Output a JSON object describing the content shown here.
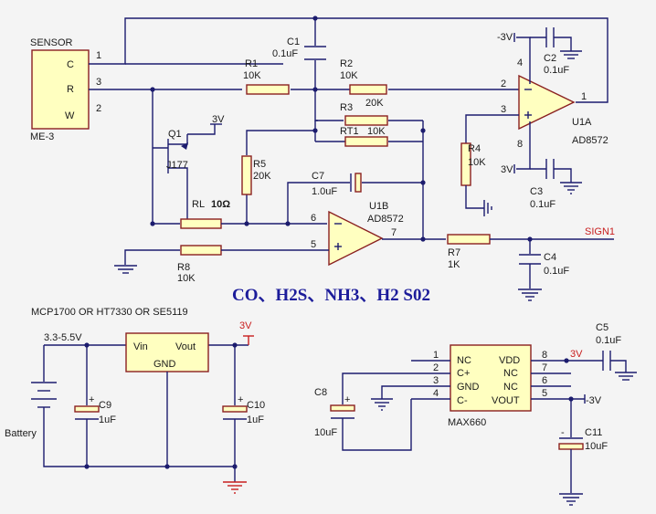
{
  "labels": {
    "sensor_title": "SENSOR",
    "sensor_pin_c": "C",
    "sensor_pin_r": "R",
    "sensor_pin_w": "W",
    "sensor_model": "ME-3",
    "pin_1": "1",
    "pin_2": "2",
    "pin_3": "3",
    "pin_4": "4",
    "pin_5": "5",
    "pin_6": "6",
    "pin_7": "7",
    "pin_8": "8",
    "c1_name": "C1",
    "c1_value": "0.1uF",
    "r1_name": "R1",
    "r1_value": "10K",
    "r2_name": "R2",
    "r2_value": "10K",
    "r3_name": "R3",
    "r3_value": "20K",
    "rt1_name": "RT1",
    "rt1_value": "10K",
    "q1_name": "Q1",
    "q1_part": "J177",
    "v3": "3V",
    "vm3": "-3V",
    "r5_name": "R5",
    "r5_value": "20K",
    "c7_name": "C7",
    "c7_value": "1.0uF",
    "u1b_name": "U1B",
    "u1b_part": "AD8572",
    "rl_name": "RL",
    "rl_value": "10Ω",
    "r8_name": "R8",
    "r8_value": "10K",
    "r7_name": "R7",
    "r7_value": "1K",
    "c4_name": "C4",
    "c4_value": "0.1uF",
    "sign1": "SIGN1",
    "c2_name": "C2",
    "c2_value": "0.1uF",
    "u1a_name": "U1A",
    "u1a_part": "AD8572",
    "r4_name": "R4",
    "r4_value": "10K",
    "c3_name": "C3",
    "c3_value": "0.1uF",
    "gases": "CO、H2S、NH3、H2  S02",
    "regulator_options": "MCP1700  OR  HT7330  OR SE5119",
    "v_range": "3.3-5.5V",
    "reg_vin": "Vin",
    "reg_vout": "Vout",
    "reg_gnd": "GND",
    "c9_name": "C9",
    "c9_value": "1uF",
    "c10_name": "C10",
    "c10_value": "1uF",
    "battery": "Battery",
    "c8_name": "C8",
    "c8_value": "10uF",
    "mx_nc1": "NC",
    "mx_cp": "C+",
    "mx_gnd": "GND",
    "mx_cm": "C-",
    "mx_vdd": "VDD",
    "mx_nc2": "NC",
    "mx_nc3": "NC",
    "mx_vout": "VOUT",
    "mx_part": "MAX660",
    "c5_name": "C5",
    "c5_value": "0.1uF",
    "c11_name": "C11",
    "c11_value": "10uF",
    "plus": "+",
    "minus": "-"
  },
  "colors": {
    "wire": "#1c1c6e",
    "component_fill": "#ffffc0",
    "component_outline": "#8a2020",
    "power_net": "#c81e1e",
    "background": "#f4f4f4"
  }
}
